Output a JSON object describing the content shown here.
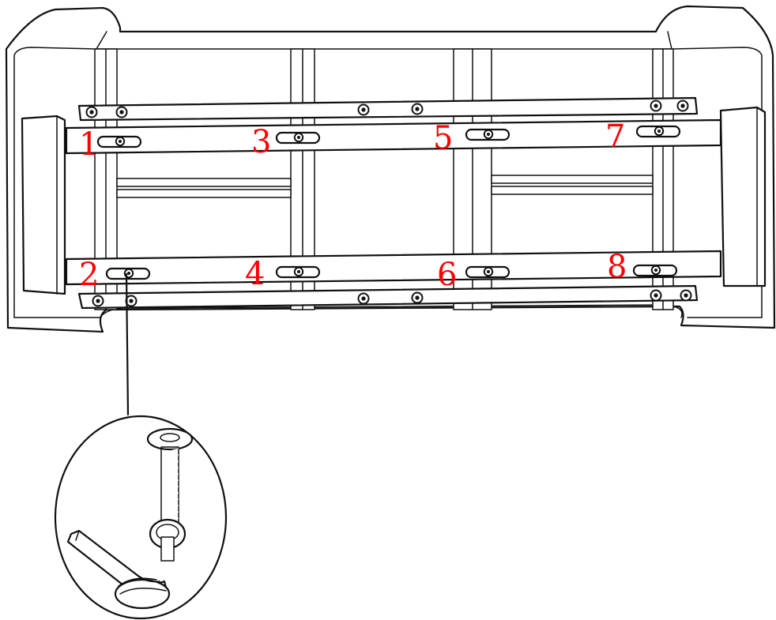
{
  "labels": [
    "1",
    "2",
    "3",
    "4",
    "5",
    "6",
    "7",
    "8"
  ],
  "label_color": "#ff0000",
  "line_color": "#111111",
  "icons": {
    "bolt": "hex-socket-bolt-icon",
    "key": "allen-key-icon",
    "washer": "washer-icon"
  }
}
